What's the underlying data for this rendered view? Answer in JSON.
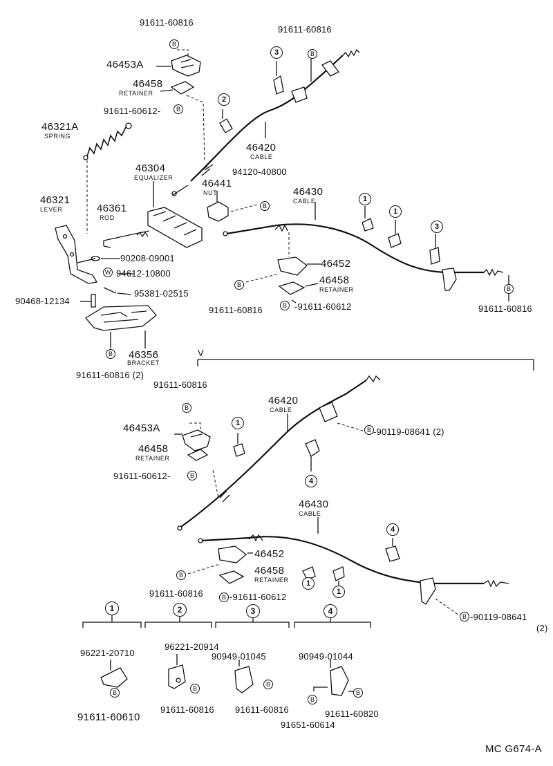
{
  "labels": {
    "a_91611_60816_top": "91611-60816",
    "a_46453A": "46453A",
    "a_46458": "46458",
    "a_retainer": "RETAINER",
    "a_91611_60612": "91611-60612-",
    "a_46321A": "46321A",
    "a_spring": "SPRING",
    "a_46304": "46304",
    "a_equalizer": "EQUALIZER",
    "a_46321": "46321",
    "a_lever": "LEVER",
    "a_46361": "46361",
    "a_rod": "ROD",
    "a_90208": "90208-09001",
    "a_94612": "94612-10800",
    "a_95381": "95381-02515",
    "a_90468": "90468-12134",
    "a_46356": "46356",
    "a_bracket": "BRACKET",
    "a_91611_60816_2": "91611-60816 (2)",
    "b_91611_60816_top": "91611-60816",
    "b_46420": "46420",
    "b_cable": "CABLE",
    "b_94120": "94120-40800",
    "b_46441": "46441",
    "b_nut": "NUT",
    "b_46430": "46430",
    "b_cable2": "CABLE",
    "b_46452": "46452",
    "b_46458": "46458",
    "b_retainer": "RETAINER",
    "b_91611_60816_l": "91611-60816",
    "b_91611_60612": "-91611-60612",
    "b_91611_60816_r": "91611-60816",
    "v_marker": "V",
    "c_91611_60816": "91611-60816",
    "c_46420": "46420",
    "c_cable": "CABLE",
    "c_46453A": "46453A",
    "c_46458": "46458",
    "c_retainer": "RETAINER",
    "c_91611_60612": "91611-60612-",
    "c_90119": "-90119-08641 (2)",
    "c_46430": "46430",
    "c_cable2": "CABLE",
    "c_46452": "46452",
    "c_46458b": "46458",
    "c_retainer2": "RETAINER",
    "c_91611_60816_l": "91611-60816",
    "c_91611_60612b": "-91611-60612",
    "c_90119b": "-90119-08641",
    "c_90119b_qty": "(2)",
    "k_96221_20710": "96221-20710",
    "k_96221_20914": "96221-20914",
    "k_90949_01045": "90949-01045",
    "k_90949_01044": "90949-01044",
    "k_91611_60610": "91611-60610",
    "k_91611_60816a": "91611-60816",
    "k_91611_60816b": "91611-60816",
    "k_91611_60820": "91611-60820",
    "k_91651_60614": "91651-60614",
    "footer_code": "MC G674-A"
  },
  "symbols": {
    "b": "B",
    "w": "W",
    "n1": "1",
    "n2": "2",
    "n3": "3",
    "n4": "4"
  }
}
